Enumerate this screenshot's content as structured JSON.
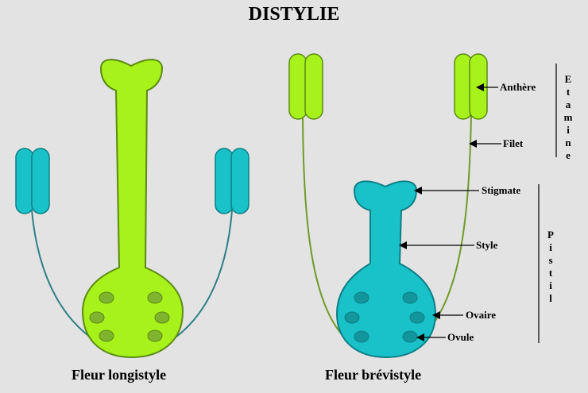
{
  "title": "DISTYLIE",
  "flowers": [
    {
      "caption": "Fleur longistyle"
    },
    {
      "caption": "Fleur brévistyle"
    }
  ],
  "labels": {
    "anthere": "Anthère",
    "filet": "Filet",
    "stigmate": "Stigmate",
    "style": "Style",
    "ovaire": "Ovaire",
    "ovule": "Ovule"
  },
  "groups": {
    "etamine": [
      "E",
      "t",
      "a",
      "m",
      "i",
      "n",
      "e"
    ],
    "pistil": [
      "P",
      "i",
      "s",
      "t",
      "i",
      "l"
    ]
  },
  "colors": {
    "background": "#e3e3e3",
    "lime": "#a6f21a",
    "lime_stroke": "#5c8a14",
    "teal": "#19c2c8",
    "teal_stroke": "#0d7f86",
    "ovule_lime": "#7fb52e",
    "ovule_teal": "#12959c",
    "filament_lime": "#6f9a2a",
    "filament_teal": "#2f7f86"
  }
}
